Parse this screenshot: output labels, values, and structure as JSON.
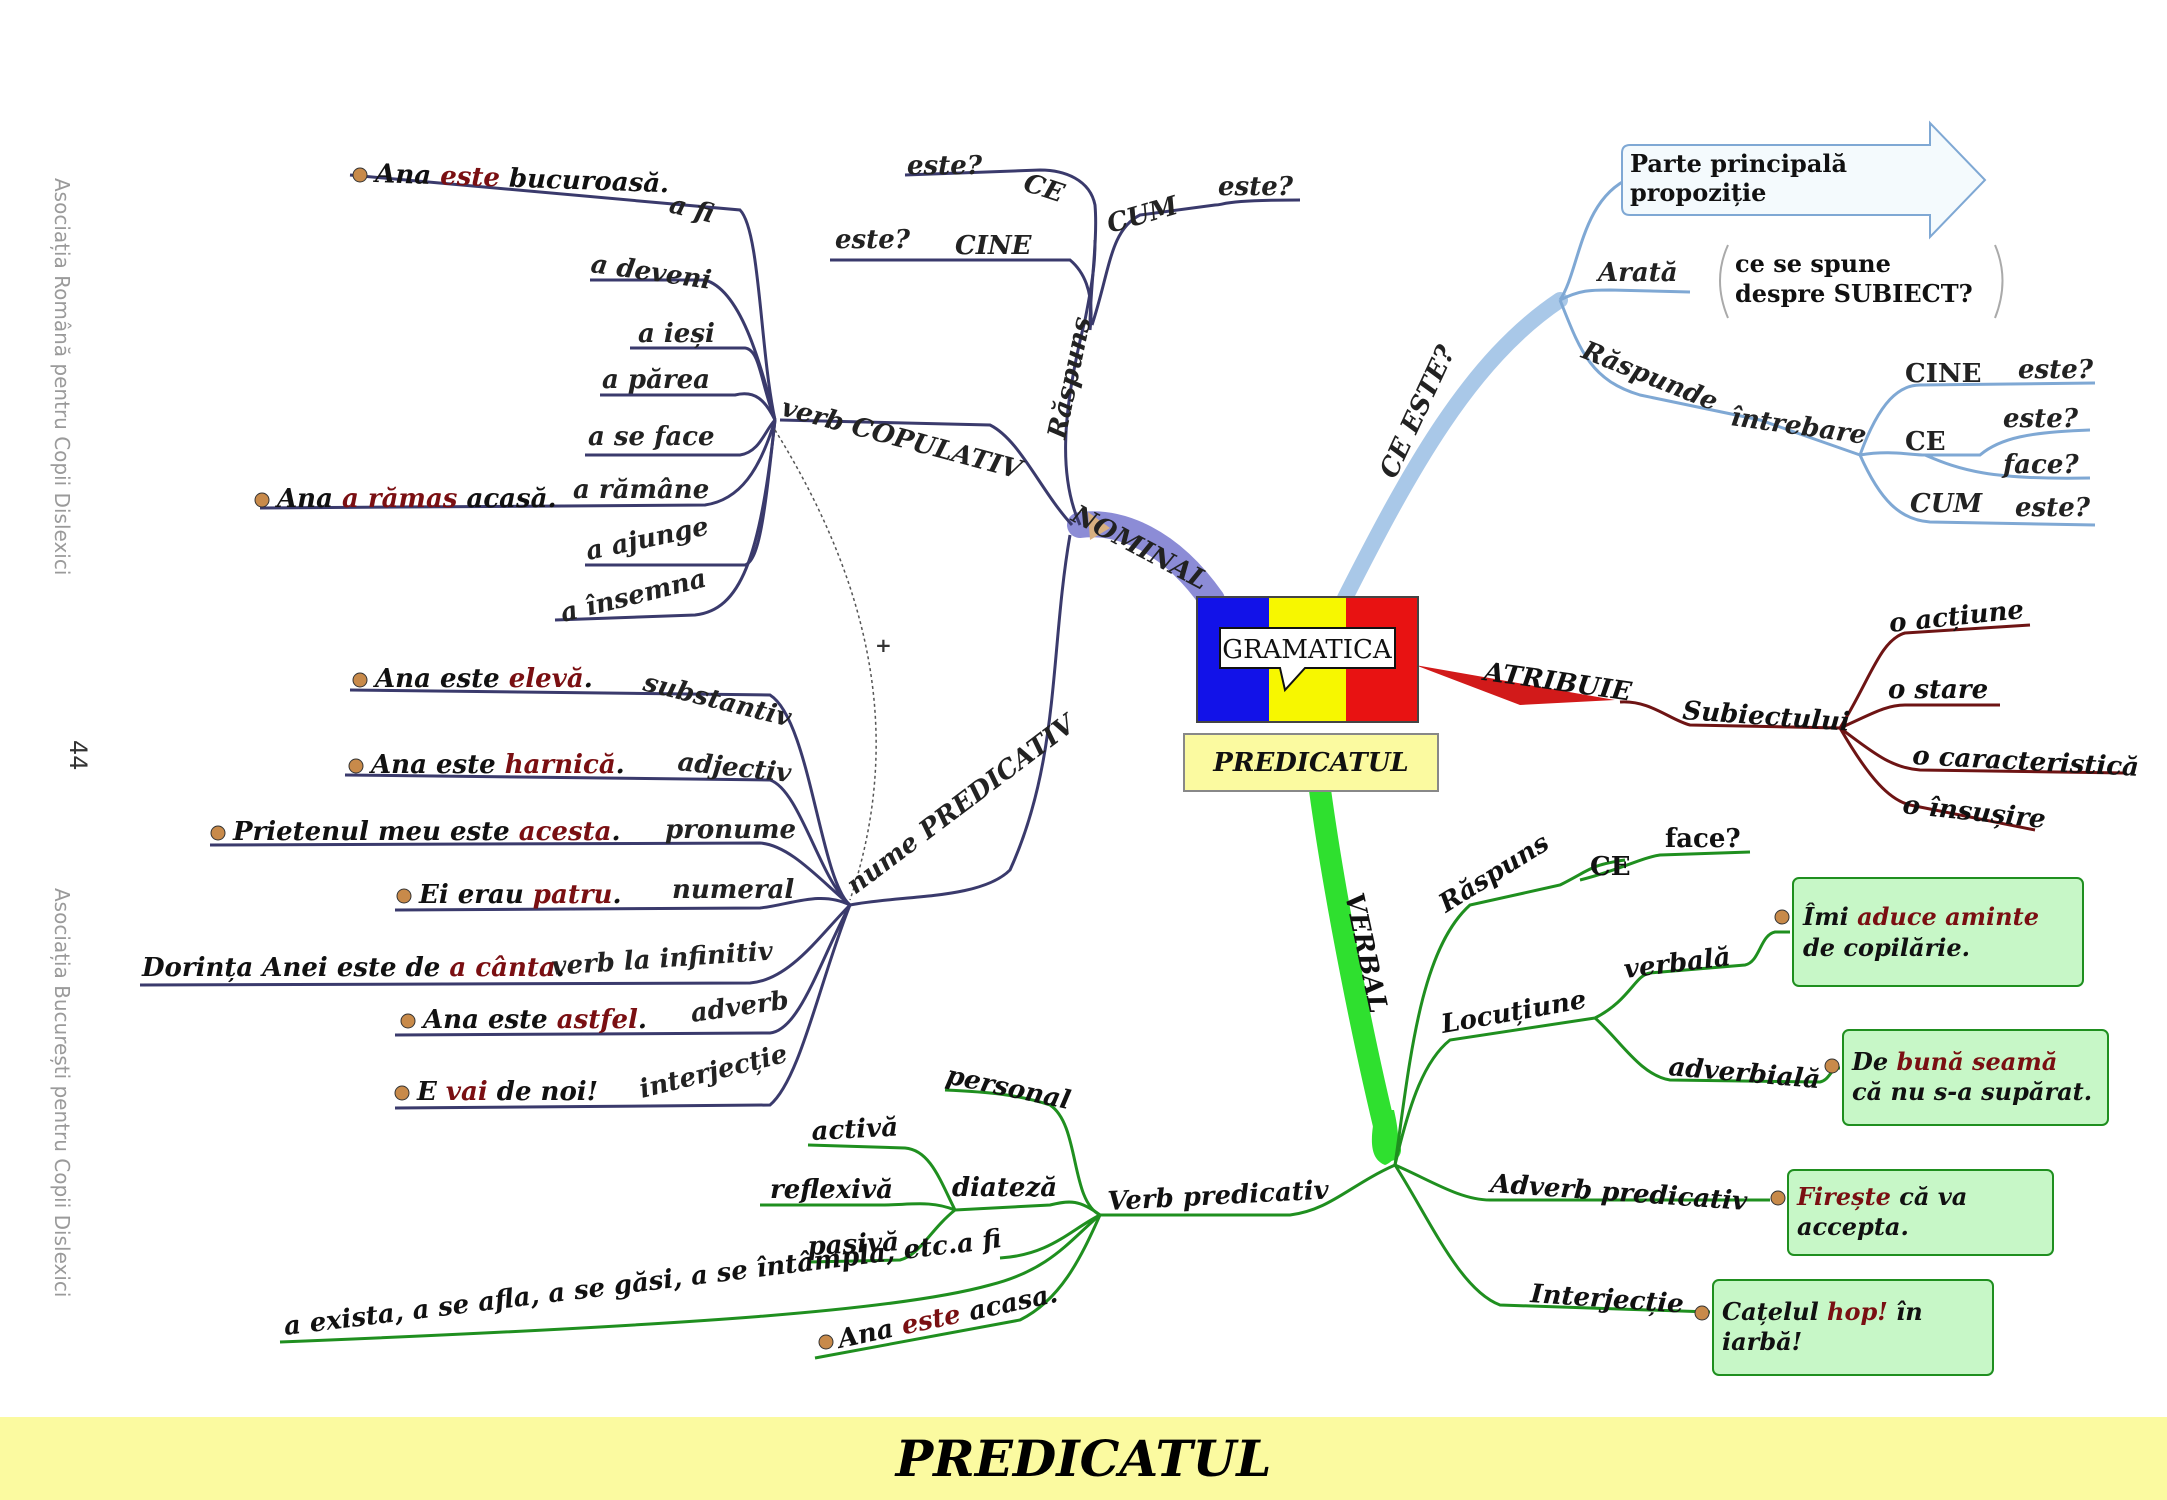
{
  "side_text": {
    "top": "Asociația Română pentru Copii Dislexici",
    "bottom": "Asociația București pentru Copii Dislexici"
  },
  "page_number": "44",
  "footer_title": "PREDICATUL",
  "center": {
    "badge": "GRAMATICA",
    "title": "PREDICATUL"
  },
  "ce_este": {
    "label": "CE ESTE?",
    "definition": [
      "Parte principală",
      "propoziție"
    ],
    "arata": "Arată",
    "arata_text": [
      "ce se spune",
      "despre SUBIECT?"
    ],
    "raspunde": "Răspunde",
    "intrebare": "întrebare",
    "q": [
      "CINE",
      "este?",
      "CE",
      "este?",
      "face?",
      "CUM",
      "este?"
    ]
  },
  "atribuie": {
    "label": "ATRIBUIE",
    "subiectului": "Subiectului",
    "items": [
      "o acțiune",
      "o stare",
      "o caracteristică",
      "o însușire"
    ]
  },
  "nominal": {
    "label": "NOMINAL",
    "raspuns": "Răspuns",
    "q": [
      "este?",
      "CE",
      "este?",
      "CINE",
      "CUM",
      "este?"
    ],
    "copulativ": "verb COPULATIV",
    "verbe": [
      "a fi",
      "a deveni",
      "a ieși",
      "a părea",
      "a se face",
      "a rămâne",
      "a ajunge",
      "a însemna"
    ],
    "ex_fi": [
      "Ana ",
      "este",
      " bucuroasă."
    ],
    "ex_ramane": [
      "Ana ",
      "a rămas",
      " acasă."
    ],
    "plus": "+",
    "nume_predicativ": "nume PREDICATIV",
    "parts": [
      "substantiv",
      "adjectiv",
      "pronume",
      "numeral",
      "verb la infinitiv",
      "adverb",
      "interjecție"
    ],
    "examples": [
      [
        "Ana este ",
        "elevă",
        "."
      ],
      [
        "Ana este ",
        "harnică",
        "."
      ],
      [
        "Prietenul meu este ",
        "acesta",
        "."
      ],
      [
        "Ei erau ",
        "patru",
        "."
      ],
      [
        "Dorința Anei este de ",
        "a cânta",
        "."
      ],
      [
        "Ana este ",
        "astfel",
        "."
      ],
      [
        "E ",
        "vai",
        " de noi!"
      ]
    ]
  },
  "verbal": {
    "label": "VERBAL",
    "raspuns": "Răspuns",
    "ce": "CE",
    "face": "face?",
    "locutiune": "Locuțiune",
    "verbala": "verbală",
    "adverbiala": "adverbială",
    "box_verbala": {
      "a": "Îmi ",
      "b": "aduce aminte",
      "c": "de copilărie."
    },
    "box_adverbiala": {
      "a": "De ",
      "b": "bună seamă",
      "c": "că nu s-a supărat."
    },
    "adverb_predicativ": "Adverb predicativ",
    "box_adverb": {
      "a": "Firește",
      "b": " că va",
      "c": "accepta."
    },
    "interjectie": "Interjecție",
    "box_interj": {
      "a": "Cațelul ",
      "b": "hop!",
      "c": " în",
      "d": "iarbă!"
    },
    "verb_predicativ": "Verb predicativ",
    "personal": "personal",
    "diateza": "diateză",
    "diateze": [
      "activă",
      "reflexivă",
      "pasivă"
    ],
    "afi": "a fi",
    "afi_list": "a exista, a se afla, a se găsi, a se întâmpla, etc.",
    "afi_example": [
      "Ana ",
      "este",
      " acasa."
    ]
  },
  "colors": {
    "nominal": "#3a3a6c",
    "ce_este": "#7fa8d4",
    "atribuie": "#6e1414",
    "verbal": "#1f8f1f",
    "highlight": "#7a0f12",
    "box_fill": "#c7f7c7",
    "footer": "#fbfaa0"
  }
}
